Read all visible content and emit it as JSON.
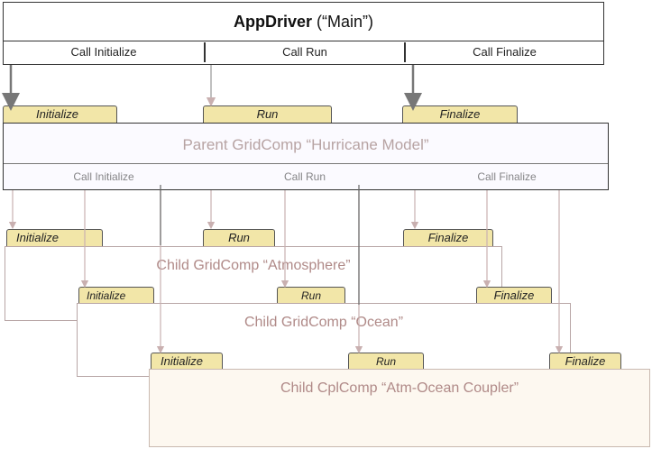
{
  "app_driver": {
    "title": "AppDriver",
    "subtitle": "(“Main”)",
    "calls": [
      "Call Initialize",
      "Call Run",
      "Call Finalize"
    ]
  },
  "parent": {
    "tabs": [
      "Initialize",
      "Run",
      "Finalize"
    ],
    "title": "Parent GridComp “Hurricane Model”",
    "calls": [
      "Call Initialize",
      "Call Run",
      "Call Finalize"
    ]
  },
  "child_atm": {
    "tabs": [
      "Initialize",
      "Run",
      "Finalize"
    ],
    "title": "Child GridComp “Atmosphere”"
  },
  "child_ocean": {
    "tabs": [
      "Initialize",
      "Run",
      "Finalize"
    ],
    "title": "Child GridComp “Ocean”"
  },
  "child_cpl": {
    "tabs": [
      "Initialize",
      "Run",
      "Finalize"
    ],
    "title": "Child CplComp “Atm-Ocean Coupler”"
  },
  "colors": {
    "tab_fill": "#f2e6a8",
    "frame_line": "#333333",
    "faded_text": "#b08a88"
  }
}
